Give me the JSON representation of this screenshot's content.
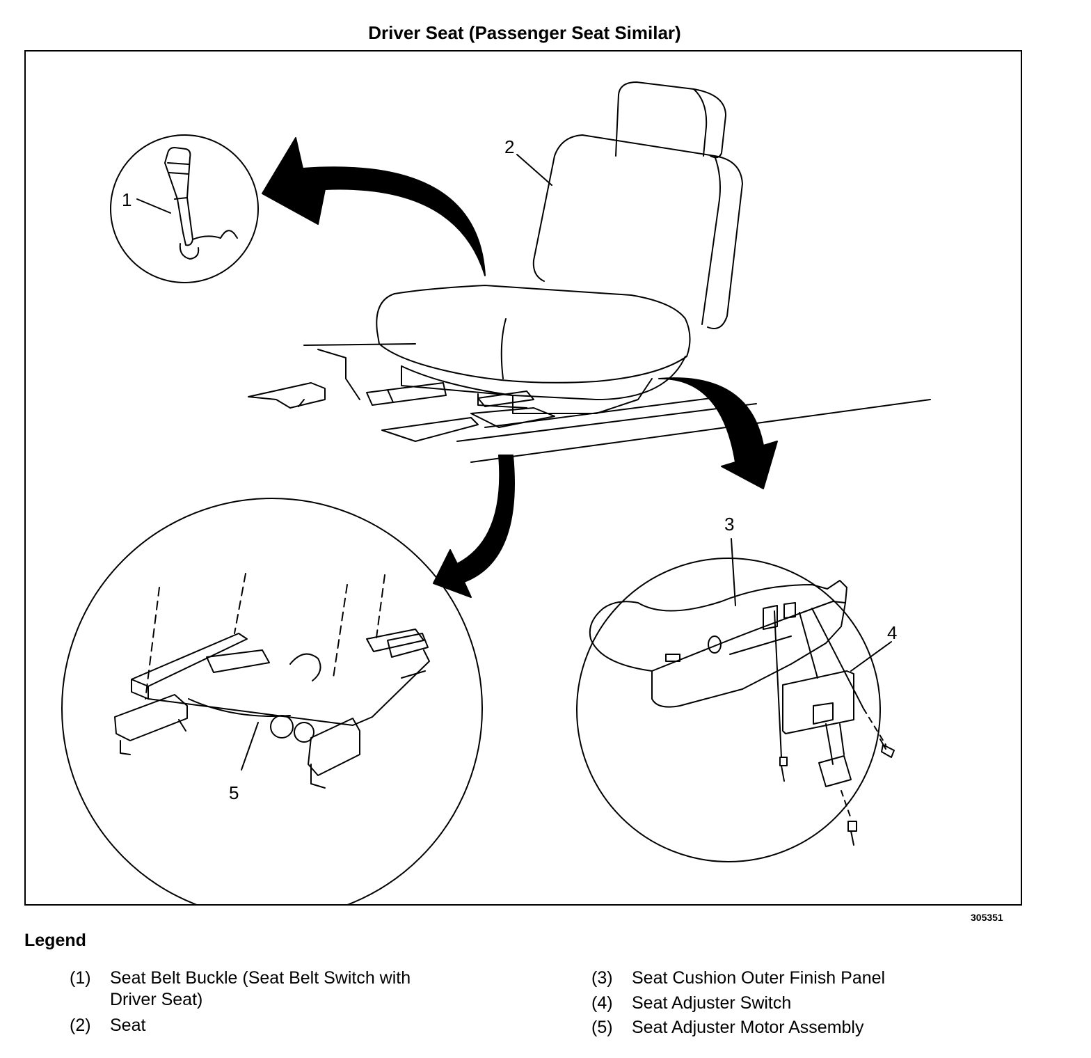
{
  "title": "Driver Seat (Passenger Seat Similar)",
  "figure_id": "305351",
  "callouts": [
    "1",
    "2",
    "3",
    "4",
    "5"
  ],
  "legend": {
    "heading": "Legend",
    "items": [
      {
        "num": "(1)",
        "text": "Seat Belt Buckle (Seat Belt Switch with Driver Seat)"
      },
      {
        "num": "(2)",
        "text": "Seat"
      },
      {
        "num": "(3)",
        "text": "Seat Cushion Outer Finish Panel"
      },
      {
        "num": "(4)",
        "text": "Seat Adjuster Switch"
      },
      {
        "num": "(5)",
        "text": "Seat Adjuster Motor Assembly"
      }
    ]
  }
}
